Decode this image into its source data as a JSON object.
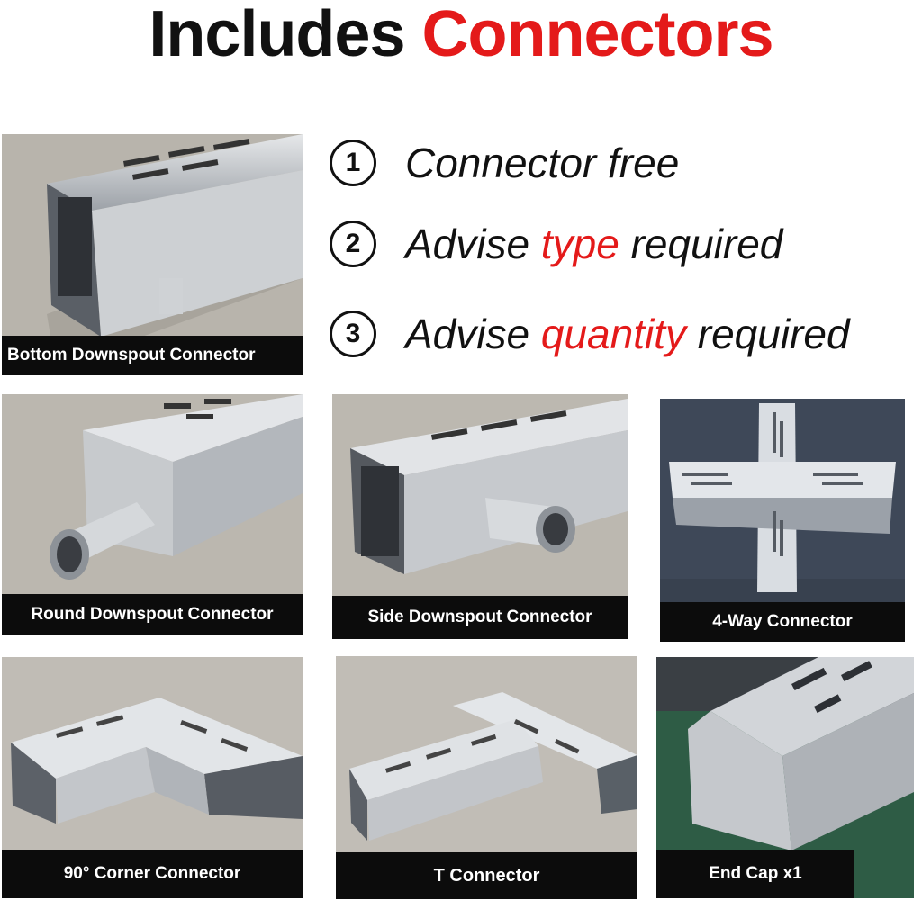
{
  "header": {
    "title_part1": "Includes",
    "title_part2": "Connectors"
  },
  "steps": [
    {
      "number": "1",
      "text_before": "Connector free",
      "highlight": "",
      "text_after": ""
    },
    {
      "number": "2",
      "text_before": "Advise ",
      "highlight": "type",
      "text_after": " required"
    },
    {
      "number": "3",
      "text_before": "Advise ",
      "highlight": "quantity",
      "text_after": " required"
    }
  ],
  "products": [
    {
      "caption": "Bottom Downspout Connector",
      "icon": "bottom-downspout-image"
    },
    {
      "caption": "Round Downspout Connector",
      "icon": "round-downspout-image"
    },
    {
      "caption": "Side Downspout Connector",
      "icon": "side-downspout-image"
    },
    {
      "caption": "4-Way Connector",
      "icon": "four-way-image"
    },
    {
      "caption": "90° Corner Connector",
      "icon": "corner-image"
    },
    {
      "caption": "T Connector",
      "icon": "t-connector-image"
    },
    {
      "caption": "End Cap x1",
      "icon": "end-cap-image"
    }
  ],
  "colors": {
    "accent_red": "#e41a1a",
    "caption_bg": "#0c0c0c",
    "steel": "#c9ccd0"
  }
}
